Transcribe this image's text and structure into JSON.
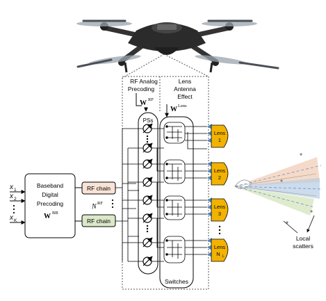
{
  "labels": {
    "rf_analog": [
      "RF Analog",
      "Precoding"
    ],
    "w_rf": "W",
    "w_rf_sup": "RF",
    "lens_antenna": [
      "Lens",
      "Antenna",
      "Effect"
    ],
    "w_lens": "W",
    "w_lens_sup": "Lens",
    "pss": "PSs",
    "switches": "Switches",
    "baseband": [
      "Baseband",
      "Digital",
      "Precoding"
    ],
    "w_bb": "W",
    "w_bb_sup": "BB",
    "rf_chain_1": "RF chain",
    "rf_chain_2": "RF chain",
    "n_rf": "N",
    "n_rf_sup": "RF",
    "inputs": [
      "x",
      "x",
      "x"
    ],
    "input_subs": [
      "1",
      "2",
      "K"
    ],
    "lens_1": [
      "Lens",
      "1"
    ],
    "lens_2": [
      "Lens",
      "2"
    ],
    "lens_3": [
      "Lens",
      "3"
    ],
    "lens_n": [
      "Lens",
      "N"
    ],
    "lens_n_sub": "L",
    "local_scatters": [
      "Local",
      "scatters"
    ]
  },
  "colors": {
    "rf_chain_1_fill": "#f9e3d6",
    "rf_chain_2_fill": "#dbe8c8",
    "lens_fill": "#f2b200",
    "feed_fill": "#4a86c5",
    "beam_orange": "#f3d4bf",
    "beam_blue": "#b7cde6",
    "beam_green": "#d9e7c4",
    "drone_body": "#2b2b2b"
  }
}
